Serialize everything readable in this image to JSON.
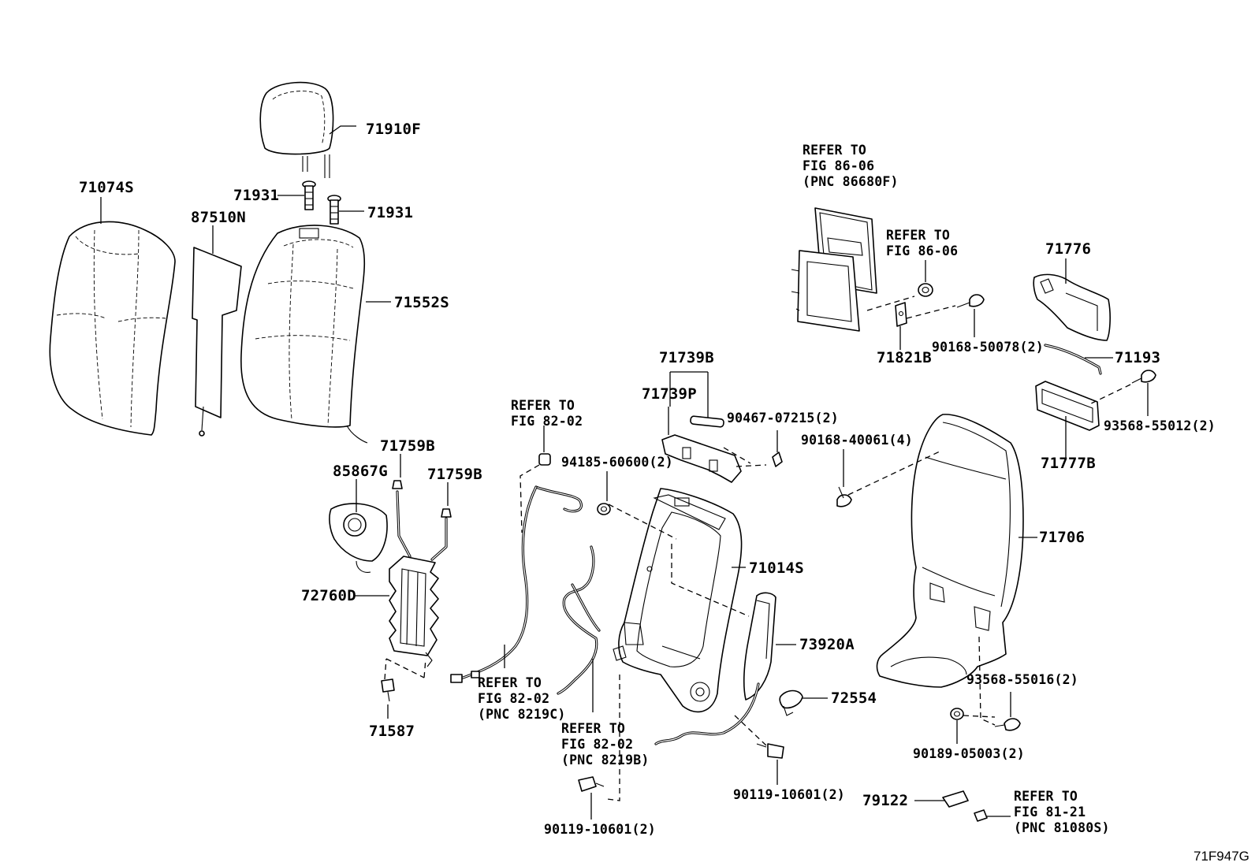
{
  "figure_id": "71F947G",
  "parts": {
    "headrest": "71910F",
    "headrest_support_left": "71931",
    "headrest_support_right": "71931",
    "seatback_cover": "71074S",
    "seatback_pad_sheet": "87510N",
    "seatback_pad": "71552S",
    "lumbar_switch": "85867G",
    "lumbar_clip_left": "71759B",
    "lumbar_clip_right": "71759B",
    "lumbar_support": "72760D",
    "lumbar_retainer": "71587",
    "bracket_upper": "71739B",
    "bracket_lower": "71739P",
    "bracket_screw": "90467-07215(2)",
    "bush": "94185-60600(2)",
    "seatback_frame": "71014S",
    "side_airbag": "73920A",
    "clip": "72554",
    "frame_bolt_right": "90119-10601(2)",
    "frame_bolt_bottom": "90119-10601(2)",
    "board_screw": "90168-40061(4)",
    "back_board": "71706",
    "board_cover": "71776",
    "board_wire": "71193",
    "board_garnish": "71777B",
    "garnish_screw": "93568-55012(2)",
    "board_screw_lower": "93568-55016(2)",
    "board_nut": "90189-05003(2)",
    "monitor_bracket": "71821B",
    "monitor_screw": "90168-50078(2)",
    "connector": "79122"
  },
  "refs": {
    "fig_86_06_pnc": [
      "REFER TO",
      "FIG 86-06",
      "(PNC 86680F)"
    ],
    "fig_86_06": [
      "REFER TO",
      "FIG 86-06"
    ],
    "fig_82_02_top": [
      "REFER TO",
      "FIG 82-02"
    ],
    "fig_82_02_8219c": [
      "REFER TO",
      "FIG 82-02",
      "(PNC 8219C)"
    ],
    "fig_82_02_8219b": [
      "REFER TO",
      "FIG 82-02",
      "(PNC 8219B)"
    ],
    "fig_81_21": [
      "REFER TO",
      "FIG 81-21",
      "(PNC 81080S)"
    ]
  }
}
